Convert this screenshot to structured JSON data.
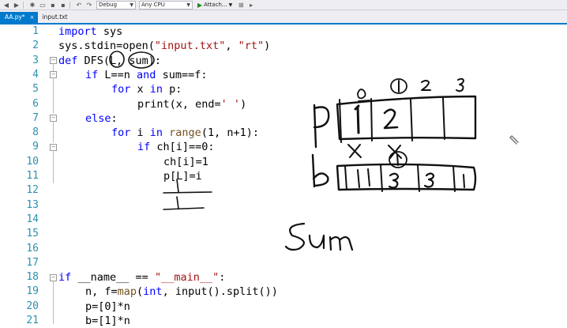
{
  "toolbar": {
    "config_value": "Debug",
    "platform_value": "Any CPU",
    "attach_label": "Attach..."
  },
  "tabs": [
    {
      "label": "AA.py*",
      "close": "×",
      "active": true
    },
    {
      "label": "input.txt",
      "active": false
    }
  ],
  "editor": {
    "line_numbers": [
      "1",
      "2",
      "3",
      "4",
      "5",
      "6",
      "7",
      "8",
      "9",
      "10",
      "11",
      "12",
      "13",
      "14",
      "15",
      "16",
      "17",
      "18",
      "19",
      "20",
      "21"
    ],
    "lines": {
      "l1_kw": "import",
      "l1_rest": " sys",
      "l2_a": "sys.stdin=open(",
      "l2_s1": "\"input.txt\"",
      "l2_b": ", ",
      "l2_s2": "\"rt\"",
      "l2_c": ")",
      "l3_kw": "def",
      "l3_rest": " DFS(L, sum):",
      "l4_kw": "if",
      "l4_a": " L==n ",
      "l4_kw2": "and",
      "l4_b": " sum==f:",
      "l5_kw": "for",
      "l5_a": " x ",
      "l5_kw2": "in",
      "l5_b": " p:",
      "l6_a": "print(x, end=",
      "l6_s": "' '",
      "l6_b": ")",
      "l7_kw": "else",
      "l7_rest": ":",
      "l8_kw": "for",
      "l8_a": " i ",
      "l8_kw2": "in",
      "l8_fn": " range",
      "l8_b": "(1, n+1):",
      "l9_kw": "if",
      "l9_rest": " ch[i]==0:",
      "l10": "ch[i]=1",
      "l11": "p[L]=i",
      "l18_kw": "if",
      "l18_a": " __name__ == ",
      "l18_s": "\"__main__\"",
      "l18_b": ":",
      "l19_a": "n, f=",
      "l19_fn": "map",
      "l19_b": "(",
      "l19_kw": "int",
      "l19_c": ", input().split())",
      "l20": "p=[0]*n",
      "l21": "b=[1]*n"
    }
  },
  "colors": {
    "keyword": "#0000ff",
    "string": "#a31515",
    "line_number": "#2b91af",
    "tab_accent": "#007acc"
  }
}
